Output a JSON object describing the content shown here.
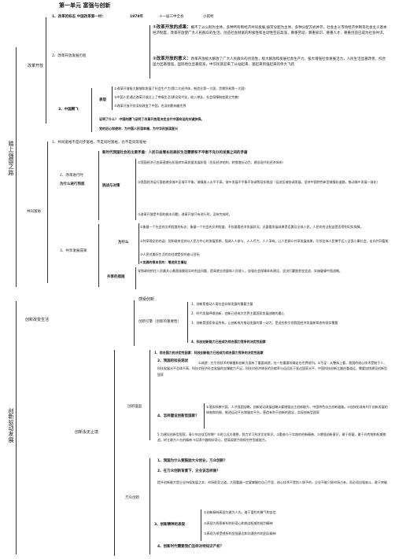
{
  "title": "第一单元 富强与创新",
  "part1": {
    "side_label": "踏上强国之路",
    "reform": {
      "label": "改革开放",
      "line1": "1、改革的标志 中国改革第一村：",
      "line1_year": "1978年",
      "line1_meeting": "十一届三中全会",
      "line1_village": "小岗村",
      "heading2": "2、改革开放发展历程",
      "fruit_heading": "①改革开放的成果：",
      "fruit_text": "概不了以公制为主体，多种所有制经济共同发展,按劳分配为主体，多种分配方式并存，社会主义市场经济体制等社会主义基本经济制度，改革开放使广大人民群众的生活，创造社会财富的积极性和主动性空前高涨，尊重劳动、尊重知识、尊重人才、尊重创造已成为社会共识。",
      "reason_heading": "②改革开放的意义：",
      "reason_text": "改革开放极大解放了广大人民群众的创造性，极大解放和发展社会生产力，极大增强社会发展活力，人民生活显著改善，综合国力显著增强，国际地位显著提高，中华民族迎来了从站起来、富起来到强起来的伟大飞跃",
      "heading3": "3、中国腾飞",
      "perf_label": "表现",
      "perf_items": [
        "①改革开放极大解放和发展了社会生产力(第二大经济体，制造业第一大国，货物贸易第一大国)",
        "②中国人民通过改革开放过上了幸福生活(建设现代化，收入增长，社会保障制度建立完善)",
        "③改革开放不仅深刻改变了中国，也深刻影响着世界"
      ],
      "proof": "证明了什么？ 中国的腾飞证明了改革开放是决定当代中国命运的关键抉择。",
      "party": "党的初心和使命：为中国人民谋幸福，为中华民族谋复兴"
    },
    "common": {
      "label": "共同富裕",
      "q1": "1、共同富裕不是同步富裕，不是同时富裕，也不是同等富裕",
      "q2_label": "2、改革进行时",
      "q2_sub": "为什么进行到底",
      "new_era": "新时代我国社会的主要矛盾：人民日益增长的美好生活需要和不平衡不充分的发展之间的矛盾",
      "challenge_label": "挑战与对策",
      "challenges": [
        "①我国经济已由高速增长阶段转向高质量发展阶段（优化经济结构，转换增长动力，建设现代化经济体系）",
        "②我国经济运行面临诸多城乡区域不平衡，城镇收入水平不高，城乡发展不平衡不协调等现实挑战（促进区域协调发展，坚持中国特色新型城镇化道路，推动城乡发展一体化）",
        "③改革开放是中国的根本问题，改革开放只有进行时，没有完成时。"
      ],
      "q3_label": "3、共享发展成果",
      "why_label": "为什么",
      "reasons": [
        "①衡量一个社会的文明程度的标志：衡量一个社会的文明程度，不仅要看经济发展状况，还要看发展成果是否惠及全体人民，人民的合法权益是否得到切实保障。",
        "②共享理念的内涵：党和政府坚持以人民为中心的发展思想，强调人人参与、人人尽力、人人享有，让人民群众共享发展成果，引领全体人民携手迈入全面小康社会，走向共同富裕",
        "③人民对美好生活的向往就是党的奋斗目标",
        "④发展的根本目的：增进民生福祉"
      ],
      "measures_label": "共享的措施",
      "measures_text": "党和政府抓住人民最关心最直接最现实的利益问题，提高就业质量和人民收入，加强社会保障体系建设，坚决打赢脱贫攻坚战，实施健康中国战略。"
    }
  },
  "part2": {
    "side_label": "创新驱动发展",
    "life": {
      "label": "创新改变生活",
      "sense_label": "感受创新",
      "items": [
        "1、创新是推动人类社会向前发展的重要力量",
        "2、时代发展呼唤创新，创新已经成为世界主要国家发展战略的重心",
        "3、创新是国家命运所系。让创新成为推动发展的第一动力，是适应和引领我国经济发展新常态的现实需要"
      ],
      "why_label": "创新引擎（创新的重要性）",
      "item4": "4、科技创新能力已经成为综合国力竞争的决定性因素"
    },
    "endless": {
      "label": "创新永无止境",
      "china_label": "创新强国",
      "c1": "1、综合国力的决定性因素：科技创新能力已经成为综合国力竞争的决定性因素",
      "c2_head": "2、我国的科技现状",
      "c2a": "①成就：在引领技术的掌握和创新方面有了重要成就，在一些重要领域走在世界前列。②不足：从整体上看，我国的核心技术受制于人，科技发展水平总体不高，科技对经济社会发展的支撑能力不足，科技对经济增长的贡献率与远远低于发达国家水平，中国科技创新之路任重道远，需要加快建设创新型国家",
      "c4_head": "4、怎样建设创新型国家？",
      "c4_items": [
        "①落实科教兴国、人才强国战略，创新驱动发展战略②要增强自主创新能力，中国特色自主创新道路。③加快形成有利于创新发展的体制和机制，推进运动平台和服务平台，营造有利于创新的理念，实现创新型国家",
        "5.为建设创新型国家，青少年应该怎样做？①树立远大理想，努力学习科学文化知识。②勤奋与于实践的创新精神。③增强创新意识，敢于质疑，敢于向传统和权威挑战，树立敢为人先的精神 ④培养兴趣和好奇心，提高观察力和探究性思维能力。"
      ],
      "all_label": "万众创新",
      "a1": "1、我国为什么要鼓励大众创业，万众创新？",
      "a2": "2、在万众创新背景下，企业该怎样做？",
      "a2_text": "提升创新能力是企业持续发展之本；市场前竞之道。大国重器一定要掌握在自己手里，核心技术不是别人馈予的，企业不能只顾市场占有，而必须自强奋斗，敢于突破",
      "a3_label": "3、创新精神的表现",
      "a3_items": [
        "①创新精神表现为敢为人先，敢于冒险的勇气和自信",
        "②表现为探索新知的好奇心和挑战权威的批判精神",
        "③表现为承受挫折的坚强意志和沟通合作的团队精神"
      ],
      "a4": "4、创新时代需要我们怎样对待知识产权？"
    }
  }
}
